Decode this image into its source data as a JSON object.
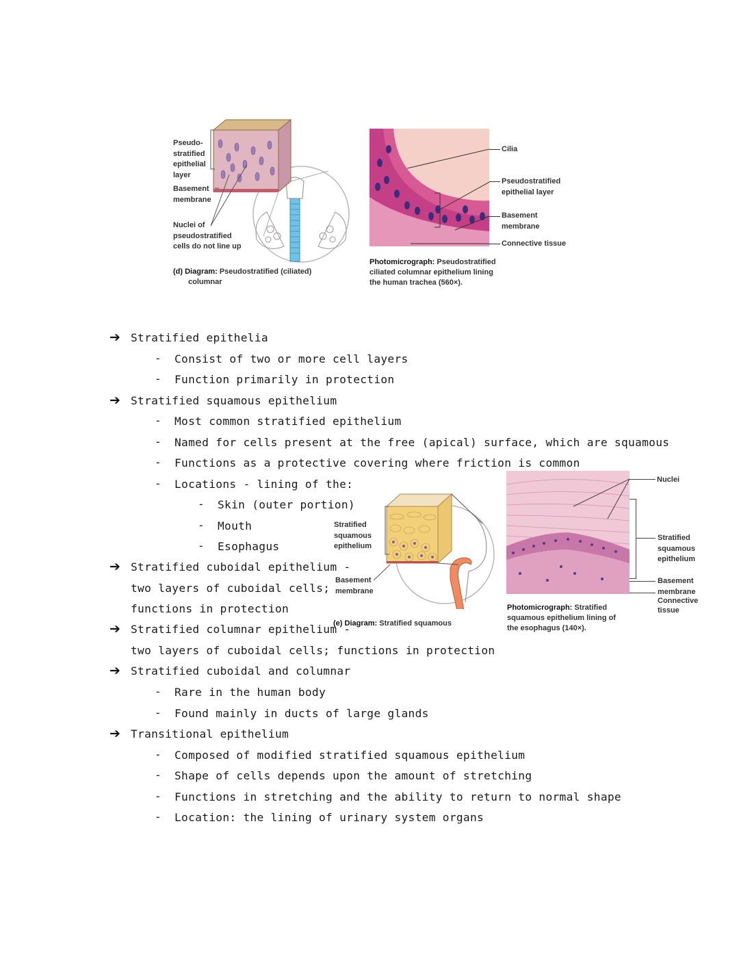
{
  "figure_d": {
    "labels": {
      "layer": "Pseudo-\nstratified\nepithelial\nlayer",
      "basement": "Basement\nmembrane",
      "nuclei": "Nuclei of\npseudostratified\ncells do not line up"
    },
    "caption_bold": "(d) Diagram:",
    "caption_rest": " Pseudostratified (ciliated)",
    "caption_line2": "columnar"
  },
  "photo_d": {
    "labels": {
      "cilia": "Cilia",
      "layer": "Pseudostratified\nepithelial layer",
      "basement": "Basement\nmembrane",
      "connective": "Connective tissue"
    },
    "caption_bold": "Photomicrograph:",
    "caption_rest": " Pseudostratified",
    "caption_line2": "ciliated columnar epithelium lining",
    "caption_line3": "the human trachea (560×)."
  },
  "figure_e": {
    "labels": {
      "layer": "Stratified\nsquamous\nepithelium",
      "basement": "Basement\nmembrane"
    },
    "caption_bold": "(e) Diagram:",
    "caption_rest": " Stratified squamous"
  },
  "photo_e": {
    "labels": {
      "nuclei": "Nuclei",
      "layer": "Stratified\nsquamous\nepithelium",
      "basement": "Basement\nmembrane",
      "connective": "Connective\ntissue"
    },
    "caption_bold": "Photomicrograph:",
    "caption_rest": " Stratified",
    "caption_line2": "squamous epithelium lining of",
    "caption_line3": "the esophagus (140×)."
  },
  "notes": {
    "h1": "Stratified epithelia",
    "h1_b1": "Consist of two or more cell layers",
    "h1_b2": "Function primarily in protection",
    "h2": "Stratified squamous epithelium",
    "h2_b1": "Most common stratified epithelium",
    "h2_b2": "Named for cells present at the free (apical) surface, which are squamous",
    "h2_b3": "Functions as a protective covering where friction is common",
    "h2_b4": "Locations -  lining of the:",
    "h2_s1": "Skin (outer portion)",
    "h2_s2": "Mouth",
    "h2_s3": "Esophagus",
    "h3_l1": "Stratified cuboidal epithelium -",
    "h3_l2": "two layers of cuboidal cells;",
    "h3_l3": "functions in protection",
    "h4_l1": "Stratified columnar epithelium -",
    "h4_l2": "two layers of cuboidal cells; functions in protection",
    "h5": "Stratified cuboidal and columnar",
    "h5_b1": "Rare in the human body",
    "h5_b2": "Found mainly in ducts of large glands",
    "h6": "Transitional epithelium",
    "h6_b1": "Composed of modified stratified squamous epithelium",
    "h6_b2": "Shape of cells depends upon the amount of stretching",
    "h6_b3": "Functions in stretching and the ability to return to normal shape",
    "h6_b4": "Location: the lining of urinary system organs"
  },
  "symbols": {
    "arrow": "➔",
    "dash": "-"
  }
}
